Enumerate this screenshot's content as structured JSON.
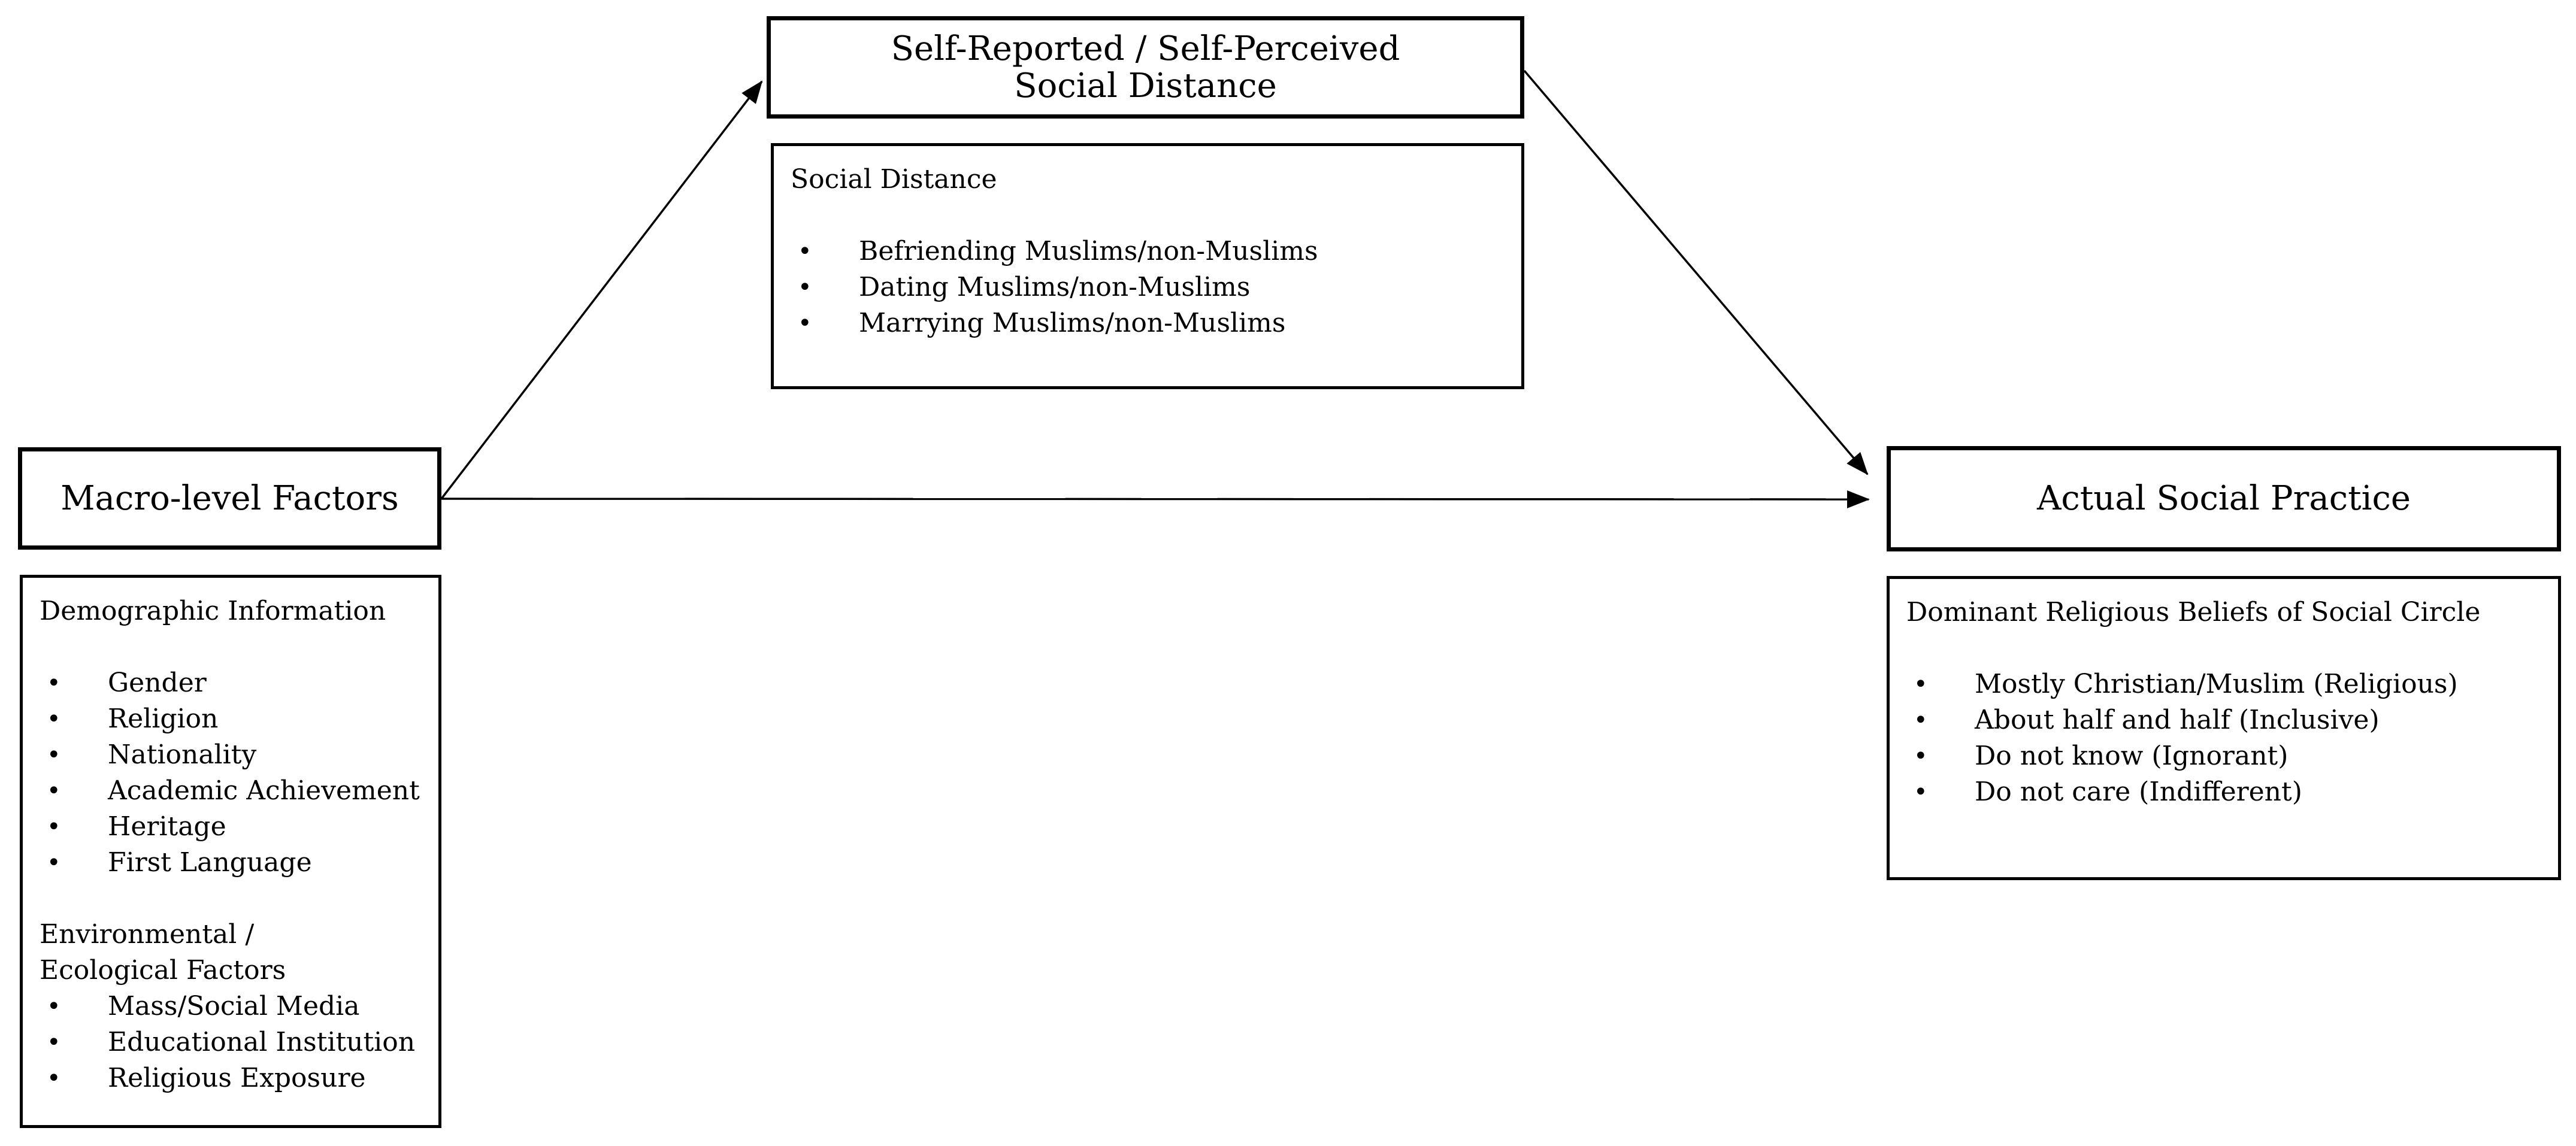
{
  "diagram": {
    "background_color": "#ffffff",
    "line_color": "#000000",
    "nodes": {
      "self_reported": {
        "title_lines": [
          "Self-Reported / Self-Perceived",
          "Social Distance"
        ]
      },
      "social_distance_detail": {
        "heading": "Social Distance",
        "bullets": [
          "Befriending Muslims/non-Muslims",
          "Dating Muslims/non-Muslims",
          "Marrying Muslims/non-Muslims"
        ]
      },
      "macro": {
        "title": "Macro-level Factors"
      },
      "macro_detail": {
        "heading": "Demographic Information",
        "bullets": [
          "Gender",
          "Religion",
          "Nationality",
          "Academic Achievement",
          "Heritage",
          "First Language"
        ],
        "subheading_lines": [
          "Environmental /",
          "Ecological Factors"
        ],
        "sub_bullets": [
          "Mass/Social Media",
          "Educational Institution",
          "Religious Exposure"
        ]
      },
      "actual": {
        "title": "Actual Social Practice"
      },
      "actual_detail": {
        "heading": "Dominant Religious Beliefs of Social Circle",
        "bullets": [
          "Mostly Christian/Muslim (Religious)",
          "About half and half (Inclusive)",
          "Do not know (Ignorant)",
          "Do not care (Indifferent)"
        ]
      }
    },
    "edges": [
      {
        "from": "macro",
        "to": "self_reported"
      },
      {
        "from": "self_reported",
        "to": "actual"
      },
      {
        "from": "macro",
        "to": "actual"
      }
    ]
  }
}
